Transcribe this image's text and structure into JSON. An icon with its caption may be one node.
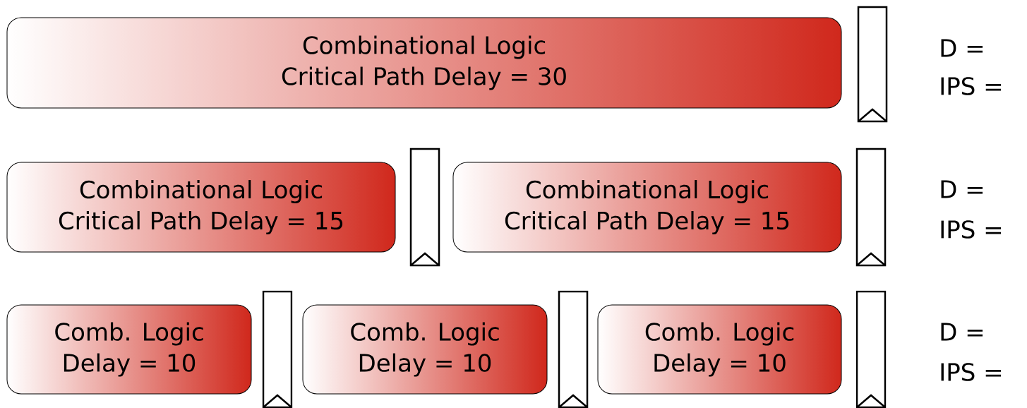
{
  "diagram": {
    "nodes": [
      {
        "text": [
          "Combinational Logic",
          "Critical Path Delay = 30"
        ]
      },
      {
        "text": [],
        "shape": "box"
      },
      {
        "text": [
          "Combinational Logic",
          "Critical Path Delay = 15"
        ]
      },
      {
        "text": [],
        "shape": "box"
      },
      {
        "text": [
          "Combinational Logic",
          "Critical Path Delay = 15"
        ]
      },
      {
        "text": [],
        "shape": "box"
      },
      {
        "text": [
          "Comb. Logic",
          "Delay = 10"
        ]
      },
      {
        "text": [],
        "shape": "box"
      },
      {
        "text": [
          "Comb. Logic",
          "Delay = 10"
        ]
      },
      {
        "text": [],
        "shape": "box"
      },
      {
        "text": [
          "Comb. Logic",
          "Delay = 10"
        ]
      },
      {
        "text": [],
        "shape": "box"
      }
    ],
    "edges": [],
    "labels": [
      "D =",
      "IPS =",
      "D =",
      "IPS =",
      "D =",
      "IPS ="
    ]
  }
}
